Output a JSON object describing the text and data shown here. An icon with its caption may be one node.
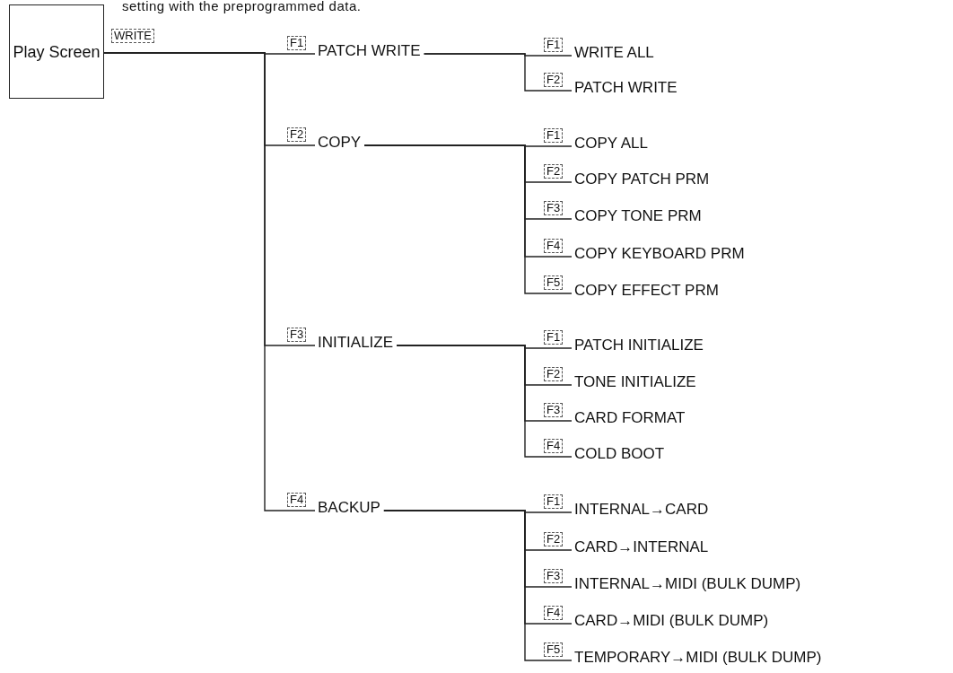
{
  "diagram": {
    "nodes": [
      {
        "text": [
          "Play Screen"
        ]
      },
      {
        "text": [
          "PATCH WRITE"
        ]
      },
      {
        "text": [
          "WRITE ALL"
        ]
      },
      {
        "text": [
          "PATCH WRITE"
        ]
      },
      {
        "text": [
          "COPY"
        ]
      },
      {
        "text": [
          "COPY ALL"
        ]
      },
      {
        "text": [
          "COPY PATCH PRM"
        ]
      },
      {
        "text": [
          "COPY TONE PRM"
        ]
      },
      {
        "text": [
          "COPY KEYBOARD PRM"
        ]
      },
      {
        "text": [
          "COPY EFFECT PRM"
        ]
      },
      {
        "text": [
          "INITIALIZE"
        ]
      },
      {
        "text": [
          "PATCH INITIALIZE"
        ]
      },
      {
        "text": [
          "TONE INITIALIZE"
        ]
      },
      {
        "text": [
          "CARD FORMAT"
        ]
      },
      {
        "text": [
          "COLD BOOT"
        ]
      },
      {
        "text": [
          "BACKUP"
        ]
      },
      {
        "text": [
          "INTERNAL→CARD"
        ]
      },
      {
        "text": [
          "CARD→INTERNAL"
        ]
      },
      {
        "text": [
          "INTERNAL→MIDI (BULK DUMP)"
        ]
      },
      {
        "text": [
          "CARD→MIDI (BULK DUMP)"
        ]
      },
      {
        "text": [
          "TEMPORARY→MIDI (BULK DUMP)"
        ]
      }
    ],
    "edges": [
      {
        "from": 0,
        "to": 1,
        "arrow": "none",
        "label": "F1"
      },
      {
        "from": 0,
        "to": 4,
        "arrow": "none",
        "label": "F2"
      },
      {
        "from": 0,
        "to": 10,
        "arrow": "none",
        "label": "F3"
      },
      {
        "from": 0,
        "to": 15,
        "arrow": "none",
        "label": "F4"
      },
      {
        "from": 1,
        "to": 2,
        "arrow": "none",
        "label": "F1"
      },
      {
        "from": 1,
        "to": 3,
        "arrow": "none",
        "label": "F2"
      },
      {
        "from": 4,
        "to": 5,
        "arrow": "none",
        "label": "F1"
      },
      {
        "from": 4,
        "to": 6,
        "arrow": "none",
        "label": "F2"
      },
      {
        "from": 4,
        "to": 7,
        "arrow": "none",
        "label": "F3"
      },
      {
        "from": 4,
        "to": 8,
        "arrow": "none",
        "label": "F4"
      },
      {
        "from": 4,
        "to": 9,
        "arrow": "none",
        "label": "F5"
      },
      {
        "from": 10,
        "to": 11,
        "arrow": "none",
        "label": "F1"
      },
      {
        "from": 10,
        "to": 12,
        "arrow": "none",
        "label": "F2"
      },
      {
        "from": 10,
        "to": 13,
        "arrow": "none",
        "label": "F3"
      },
      {
        "from": 10,
        "to": 14,
        "arrow": "none",
        "label": "F4"
      },
      {
        "from": 15,
        "to": 16,
        "arrow": "none",
        "label": "F1"
      },
      {
        "from": 15,
        "to": 17,
        "arrow": "none",
        "label": "F2"
      },
      {
        "from": 15,
        "to": 18,
        "arrow": "none",
        "label": "F3"
      },
      {
        "from": 15,
        "to": 19,
        "arrow": "none",
        "label": "F4"
      },
      {
        "from": 15,
        "to": 20,
        "arrow": "none",
        "label": "F5"
      }
    ],
    "labels": [
      "setting with the preprogrammed data.",
      "WRITE"
    ]
  }
}
